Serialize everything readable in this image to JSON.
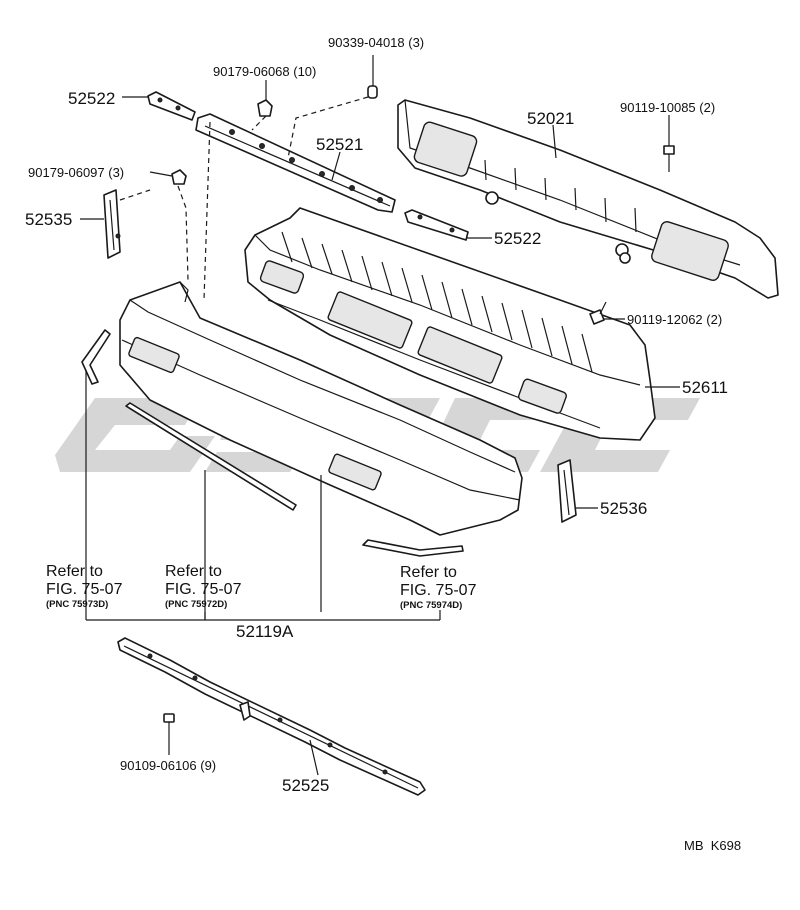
{
  "parts": {
    "bolt_top": "90339-04018 (3)",
    "nut_top": "90179-06068 (10)",
    "retainer_left": "52522",
    "nut_left": "90179-06097 (3)",
    "side_support_left": "52535",
    "reinforcement": "52021",
    "bolt_right": "90119-10085 (2)",
    "retainer_center": "52521",
    "retainer_right": "52522",
    "bolt_lower_right": "90119-12062 (2)",
    "energy_absorber": "52611",
    "side_support_right": "52536",
    "bumper_cover": "52119A",
    "bolt_bottom": "90109-06106 (9)",
    "lower_stay": "52525"
  },
  "refs": [
    {
      "line1": "Refer to",
      "line2": "FIG. 75-07",
      "line3": "(PNC 75973D)"
    },
    {
      "line1": "Refer to",
      "line2": "FIG. 75-07",
      "line3": "(PNC 75972D)"
    },
    {
      "line1": "Refer to",
      "line2": "FIG. 75-07",
      "line3": "(PNC 75974D)"
    }
  ],
  "footer_code": "MB  K698",
  "colors": {
    "line": "#1a1a1a",
    "watermark": "#cfcfcf",
    "background": "#ffffff"
  }
}
